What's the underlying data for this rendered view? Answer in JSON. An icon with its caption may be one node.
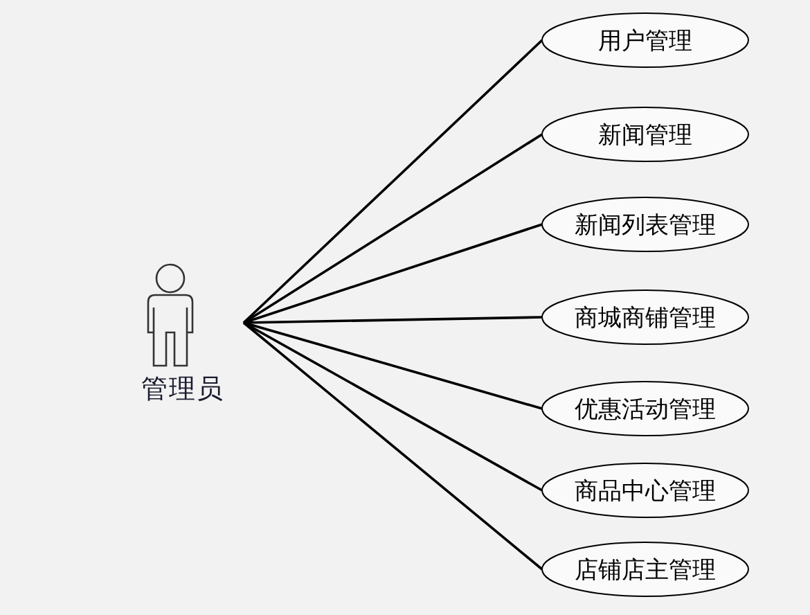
{
  "diagram": {
    "nodes": [
      {
        "text": [
          "管理员"
        ]
      },
      {
        "text": [
          "用户管理"
        ]
      },
      {
        "text": [
          "新闻管理"
        ]
      },
      {
        "text": [
          "新闻列表管理"
        ]
      },
      {
        "text": [
          "商城商铺管理"
        ]
      },
      {
        "text": [
          "优惠活动管理"
        ]
      },
      {
        "text": [
          "商品中心管理"
        ]
      },
      {
        "text": [
          "店铺店主管理"
        ]
      }
    ],
    "edges": [
      {
        "from": 0,
        "to": 1,
        "arrow": "none"
      },
      {
        "from": 0,
        "to": 2,
        "arrow": "none"
      },
      {
        "from": 0,
        "to": 3,
        "arrow": "none"
      },
      {
        "from": 0,
        "to": 4,
        "arrow": "none"
      },
      {
        "from": 0,
        "to": 5,
        "arrow": "none"
      },
      {
        "from": 0,
        "to": 6,
        "arrow": "none"
      },
      {
        "from": 0,
        "to": 7,
        "arrow": "none"
      }
    ]
  }
}
